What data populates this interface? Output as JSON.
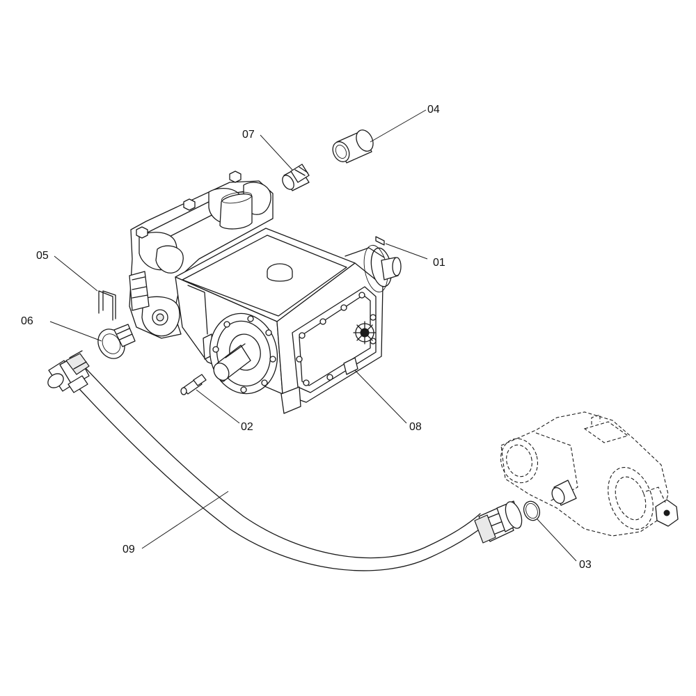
{
  "callouts": [
    {
      "id": "01",
      "label": "01"
    },
    {
      "id": "02",
      "label": "02"
    },
    {
      "id": "03",
      "label": "03"
    },
    {
      "id": "04",
      "label": "04"
    },
    {
      "id": "05",
      "label": "05"
    },
    {
      "id": "06",
      "label": "06"
    },
    {
      "id": "07",
      "label": "07"
    },
    {
      "id": "08",
      "label": "08"
    },
    {
      "id": "09",
      "label": "09"
    }
  ]
}
